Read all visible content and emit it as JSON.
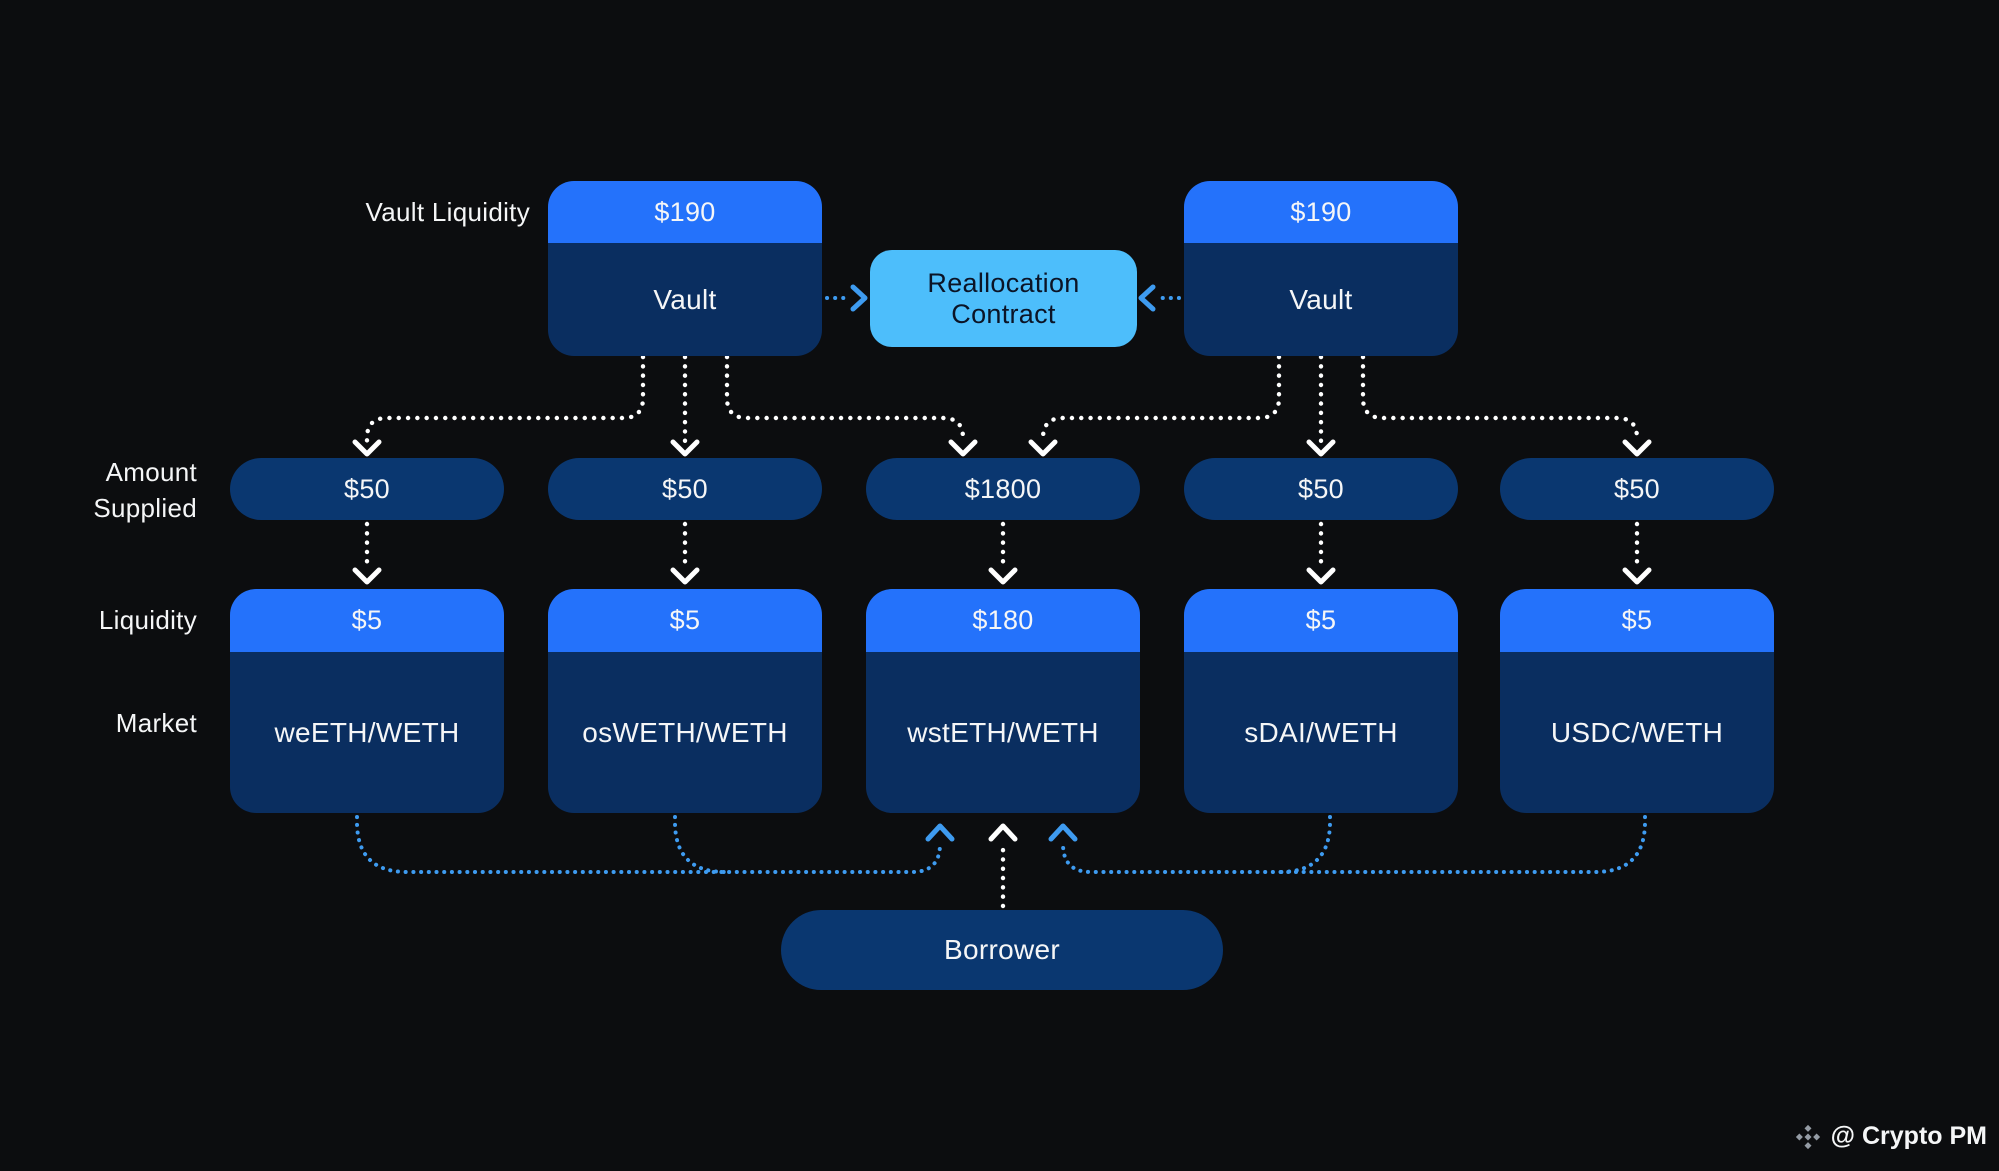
{
  "colors": {
    "bg": "#0c0d0f",
    "accent_blue": "#2472fb",
    "navy_body": "#0a2e60",
    "pill_navy": "#0a3770",
    "light_blue": "#4dbefb",
    "arrow_blue": "#3e9bf0",
    "arrow_white": "#ffffff",
    "text_light": "#f5f6f7",
    "realloc_text": "#0b1426",
    "watermark_gray": "#949ba4"
  },
  "labels": {
    "vault_liquidity": "Vault Liquidity",
    "amount_supplied_line1": "Amount",
    "amount_supplied_line2": "Supplied",
    "liquidity": "Liquidity",
    "market": "Market"
  },
  "vaults": [
    {
      "amount": "$190",
      "name": "Vault"
    },
    {
      "amount": "$190",
      "name": "Vault"
    }
  ],
  "reallocation": {
    "line1": "Reallocation",
    "line2": "Contract"
  },
  "amounts_supplied": [
    "$50",
    "$50",
    "$1800",
    "$50",
    "$50"
  ],
  "markets": [
    {
      "liquidity": "$5",
      "name": "weETH/WETH"
    },
    {
      "liquidity": "$5",
      "name": "osWETH/WETH"
    },
    {
      "liquidity": "$180",
      "name": "wstETH/WETH"
    },
    {
      "liquidity": "$5",
      "name": "sDAI/WETH"
    },
    {
      "liquidity": "$5",
      "name": "USDC/WETH"
    }
  ],
  "borrower": {
    "label": "Borrower"
  },
  "watermark": {
    "handle": "@ Crypto PM",
    "logo": "binance-diamond-logo"
  }
}
